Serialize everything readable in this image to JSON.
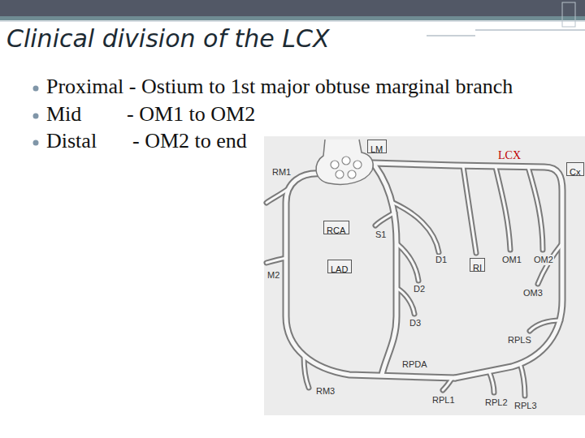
{
  "diagram": {
    "title": "Clinical division of the LCX",
    "nodes": [
      {
        "text": [
          "LM"
        ]
      },
      {
        "text": [
          "Cx"
        ]
      },
      {
        "text": [
          "RCA"
        ]
      },
      {
        "text": [
          "LAD"
        ]
      },
      {
        "text": [
          "RI"
        ]
      }
    ],
    "labels": [
      "Proximal - Ostium to 1st major obtuse marginal branch",
      "Mid",
      "- OM1 to OM2",
      "Distal",
      "- OM2 to end",
      "LCX",
      "RM1",
      "S1",
      "D1",
      "OM1",
      "OM2",
      "M2",
      "D2",
      "OM3",
      "D3",
      "RPLS",
      "RM3",
      "RPDA",
      "RPL1",
      "RPL2",
      "RPL3"
    ]
  }
}
